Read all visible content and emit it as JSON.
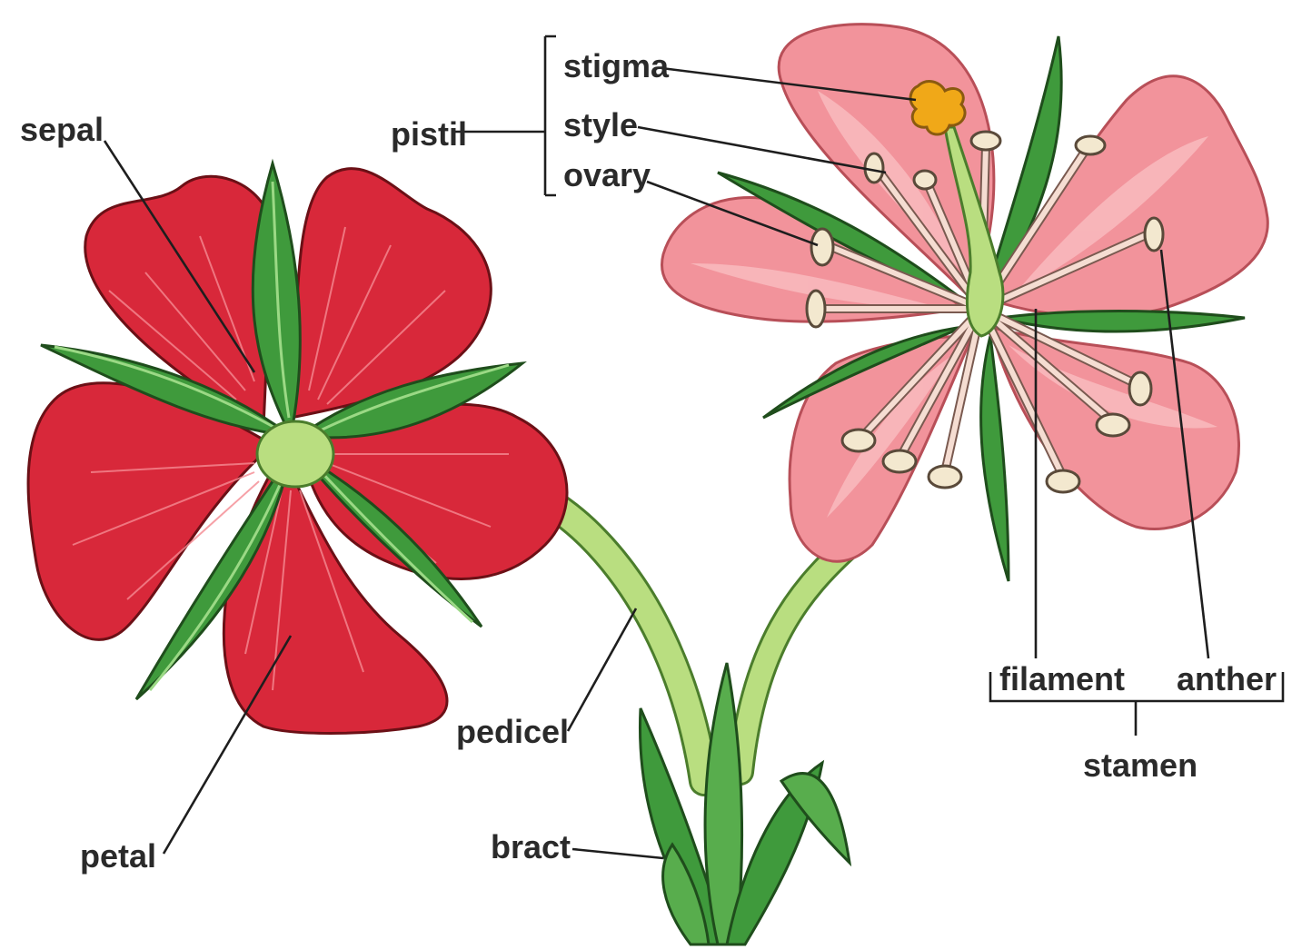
{
  "labels": {
    "sepal": "sepal",
    "petal": "petal",
    "pistil": "pistil",
    "stigma": "stigma",
    "style": "style",
    "ovary": "ovary",
    "pedicel": "pedicel",
    "bract": "bract",
    "filament": "filament",
    "anther": "anther",
    "stamen": "stamen"
  },
  "colors": {
    "back_flower_petal": "#d8283a",
    "back_flower_petal_light": "#ee6b74",
    "front_flower_petal": "#f2939b",
    "front_flower_petal_light": "#fbc3c6",
    "sepal_green": "#3f9a3c",
    "sepal_light": "#7cc76a",
    "stem": "#b7dd7e",
    "stigma": "#f0a818",
    "anther": "#f3e8cf"
  }
}
